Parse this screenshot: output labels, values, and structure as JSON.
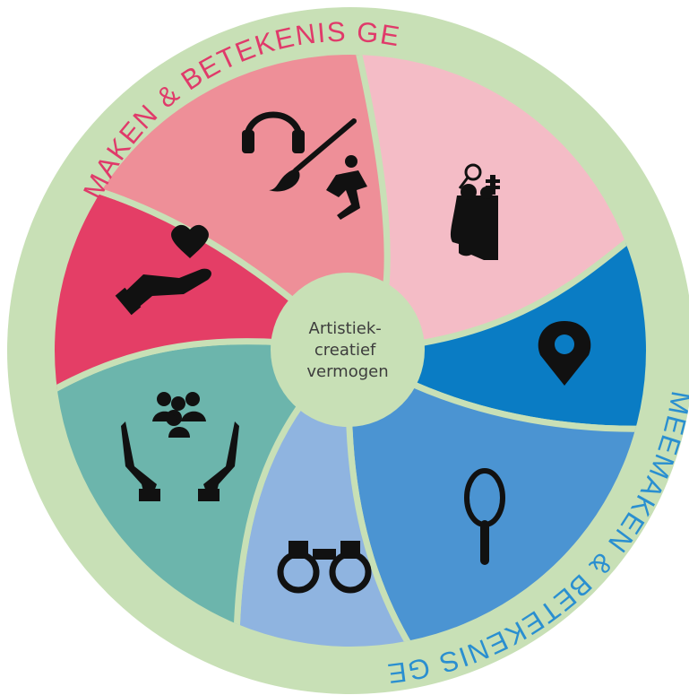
{
  "diagram": {
    "center_label_lines": [
      "Artistiek-",
      "creatief",
      "vermogen"
    ],
    "outer_label_top": "MAKEN & BETEKENIS GEVEN",
    "outer_label_bottom": "MEEMAKEN & BETEKENIS GEVEN",
    "colors": {
      "ring": "#c8e0b6",
      "ring_text_top": "#e03a6a",
      "ring_text_bottom": "#2a8fd0",
      "center_circle": "#c8e0b6",
      "segment_pink_light": "#f4bcc6",
      "segment_pink_mid": "#ee8f98",
      "segment_crimson": "#e43e66",
      "segment_teal": "#6cb5ac",
      "segment_light_blue": "#8fb4e0",
      "segment_mid_blue": "#4b94d2",
      "segment_blue": "#0a7cc4",
      "icon": "#111111"
    },
    "segments": [
      {
        "id": "thinking",
        "icon": "head-gears-icon"
      },
      {
        "id": "location",
        "icon": "map-pin-icon"
      },
      {
        "id": "reflection",
        "icon": "hand-mirror-icon"
      },
      {
        "id": "observation",
        "icon": "binoculars-icon"
      },
      {
        "id": "community",
        "icon": "hands-group-icon"
      },
      {
        "id": "care",
        "icon": "hand-heart-icon"
      },
      {
        "id": "creation",
        "icon": "headphones-brush-dancer-icon"
      }
    ]
  }
}
